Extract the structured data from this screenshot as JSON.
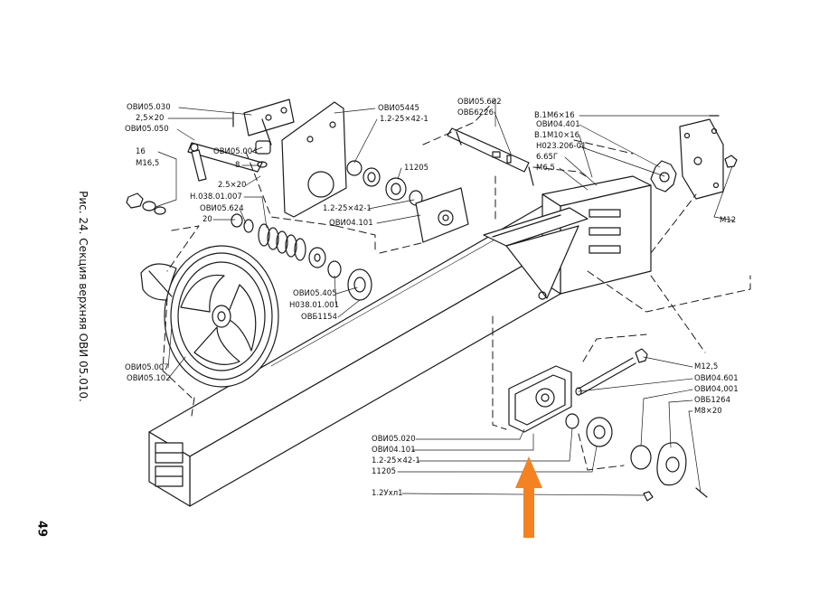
{
  "caption": "Рис. 24. Секция верхняя ОВИ 05.010.",
  "page_number": "49",
  "colors": {
    "line": "#1a1a1a",
    "arrow": "#f58220",
    "background": "#ffffff"
  },
  "labels": {
    "ovi05_030": "ОВИ05.030",
    "d2_5x20_top": "2,5×20",
    "ovi05_050": "ОВИ05.050",
    "n16": "16",
    "m16_5": "М16,5",
    "ovi05_004": "ОВИ05.004",
    "n8": "8",
    "d2_5x20_mid": "2.5×20",
    "h038_01_007": "Н.038.01.007",
    "ovi05_624": "ОВИ05.624",
    "n20": "20",
    "ovi05445": "ОВИ05445",
    "b1_2_25x42_1_top": "1.2-25×42-1",
    "b11205_top": "11205",
    "b1_2_25x42_1_mid": "1.2-25×42-1",
    "ovi04_101_top": "ОВИ04.101",
    "ovi05_405": "ОВИ05.405",
    "h038_01_001": "Н038.01.001",
    "ovb1154": "ОВБ1154",
    "ovi05_007": "ОВИ05.007",
    "ovi05_102": "ОВИ05.102",
    "ovi05_602": "ОВИ05.602",
    "ovb6226": "ОВБ6226",
    "v1m6x16": "В.1М6×16",
    "ovi04_401": "ОВИ04.401",
    "v1m10x16": "В.1М10×16",
    "h023_206_01": "Н023.206-01",
    "d6_65g": "6.65Г",
    "m6_5": "М6,5",
    "m12": "М12",
    "m12_5": "М12,5",
    "ovi04_601": "ОВИ04.601",
    "ovi04_001": "ОВИ04,001",
    "ovb1264": "ОВБ1264",
    "m8x20": "М8×20",
    "ovi05_020": "ОВИ05.020",
    "ovi04_101_bot": "ОВИ04.101",
    "b1_2_25x42_1_bot": "1.2-25×42-1",
    "b11205_bot": "11205",
    "d1_2ukhl1": "1.2Ухл1"
  }
}
